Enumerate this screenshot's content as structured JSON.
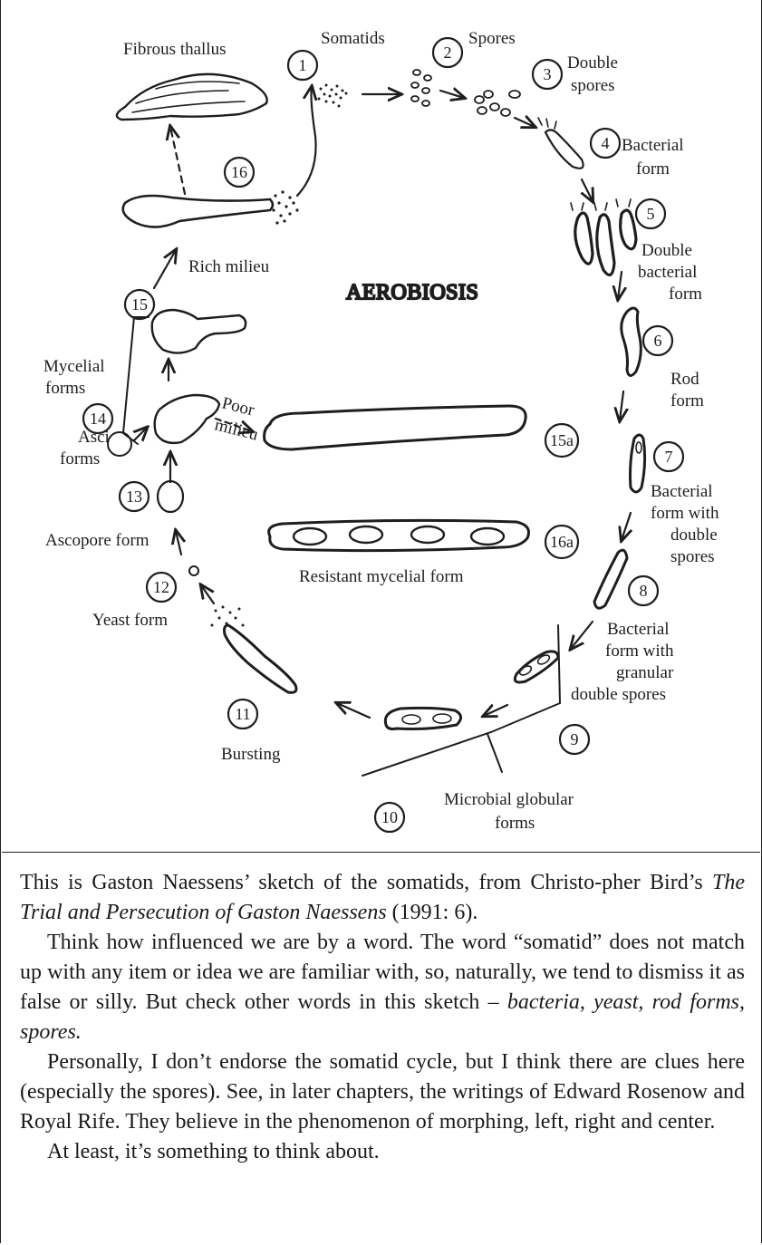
{
  "diagram": {
    "title": "AEROBIOSIS",
    "labels": {
      "somatids": "Somatids",
      "spores": "Spores",
      "double_spores_1": "Double",
      "double_spores_2": "spores",
      "bacterial_form_1": "Bacterial",
      "bacterial_form_2": "form",
      "double_bacterial_1": "Double",
      "double_bacterial_2": "bacterial",
      "double_bacterial_3": "form",
      "rod_form_1": "Rod",
      "rod_form_2": "form",
      "bact_double_spores_1": "Bacterial",
      "bact_double_spores_2": "form with",
      "bact_double_spores_3": "double",
      "bact_double_spores_4": "spores",
      "bact_granular_1": "Bacterial",
      "bact_granular_2": "form with",
      "bact_granular_3": "granular",
      "bact_granular_4": "double spores",
      "microbial_globular_1": "Microbial globular",
      "microbial_globular_2": "forms",
      "bursting": "Bursting",
      "yeast_form": "Yeast form",
      "ascopore_form": "Ascopore form",
      "asci_forms_1": "Asci",
      "asci_forms_2": "forms",
      "mycelial_forms_1": "Mycelial",
      "mycelial_forms_2": "forms",
      "rich_milieu": "Rich milieu",
      "fibrous_thallus": "Fibrous thallus",
      "poor_milieu_1": "Poor",
      "poor_milieu_2": "milieu",
      "resistant_mycelial_form": "Resistant mycelial form"
    },
    "stage_numbers": {
      "n1": "1",
      "n2": "2",
      "n3": "3",
      "n4": "4",
      "n5": "5",
      "n6": "6",
      "n7": "7",
      "n8": "8",
      "n9": "9",
      "n10": "10",
      "n11": "11",
      "n12": "12",
      "n13": "13",
      "n14": "14",
      "n15": "15",
      "n16": "16",
      "n15a": "15a",
      "n16a": "16a"
    }
  },
  "caption": {
    "p1_a": "This is Gaston Naessens’ sketch of the somatids, from Christo-pher Bird’s ",
    "p1_book": "The Trial and Persecution of Gaston Naessens",
    "p1_b": " (1991: 6).",
    "p2_a": "Think how influenced we are by a word. The word “somatid” does not match up with any item or idea we are familiar with, so, naturally, we tend to dismiss it as false or silly. But check other words in this sketch – ",
    "p2_words": "bacteria, yeast, rod forms, spores.",
    "p3": "Personally, I don’t endorse the somatid cycle, but I think there are clues here (especially the spores). See, in later chapters, the writings of Edward Rosenow and Royal Rife. They believe in the phenomenon of morphing, left, right and center.",
    "p4": "At least, it’s something to think about."
  }
}
